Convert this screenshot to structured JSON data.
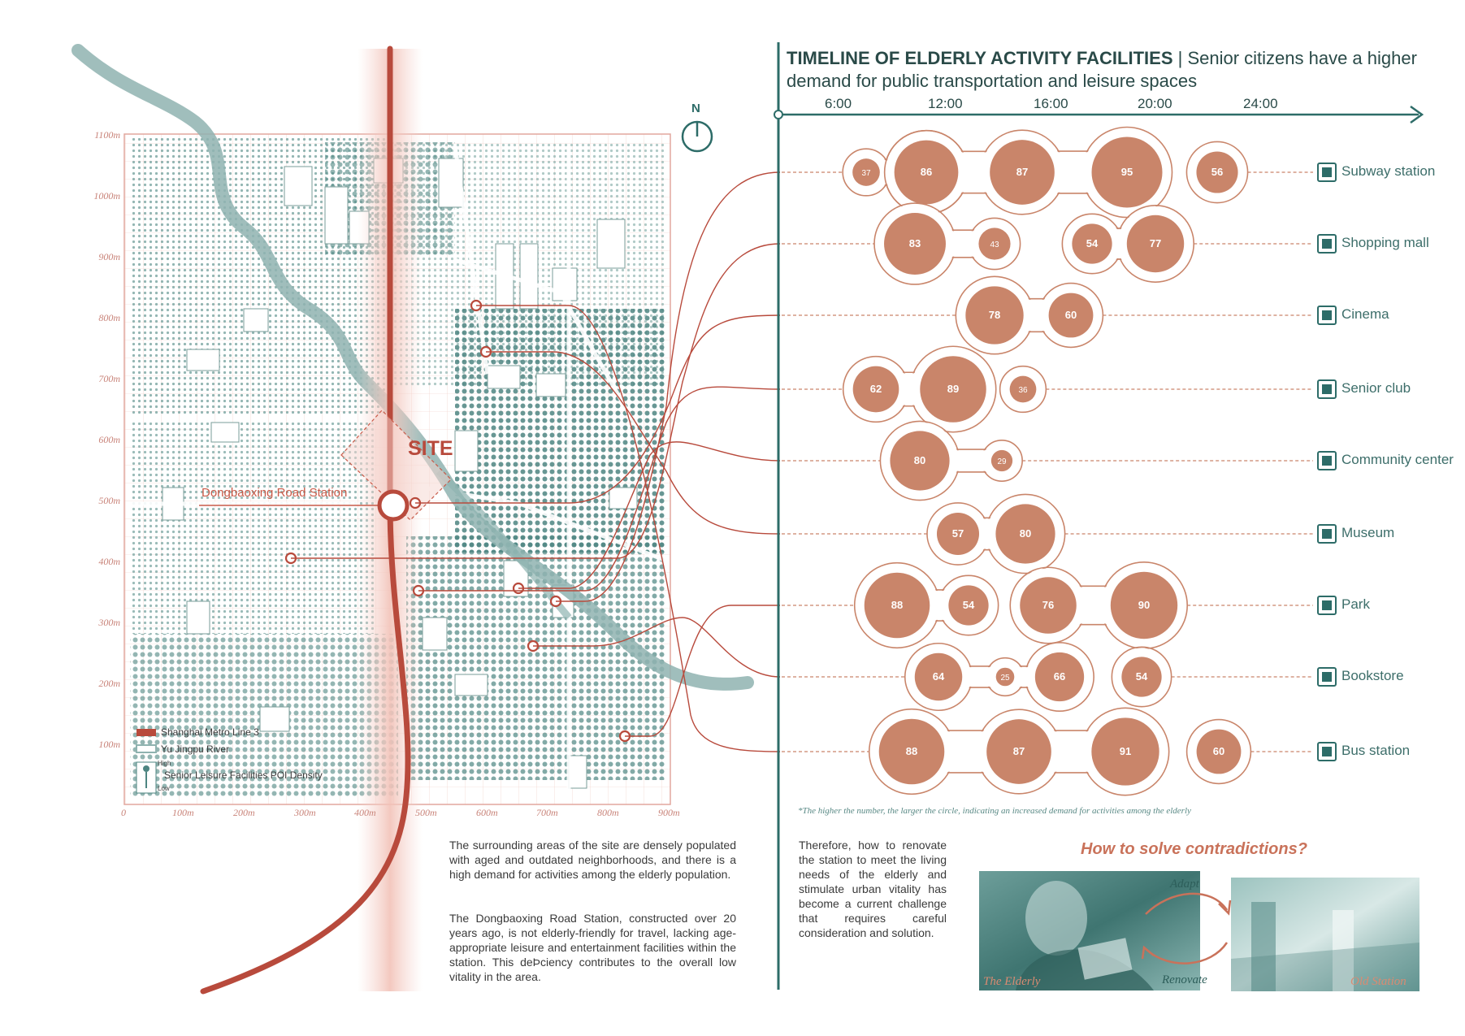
{
  "map": {
    "site_label": "SITE",
    "station_label": "Dongbaoxing Road Station",
    "north_label": "N",
    "y_ticks": [
      "1100m",
      "1000m",
      "900m",
      "800m",
      "700m",
      "600m",
      "500m",
      "400m",
      "300m",
      "200m",
      "100m"
    ],
    "x_ticks": [
      "0",
      "100m",
      "200m",
      "300m",
      "400m",
      "500m",
      "600m",
      "700m",
      "800m",
      "900m"
    ],
    "legend": {
      "metro": "Shanghai Metro Line 3",
      "river": "Yu Jingpu River",
      "density_high": "High",
      "density_low": "Low",
      "density": "Senior Leisure Facilities POI Density"
    },
    "colors": {
      "metro": "#b84a3c",
      "river": "#8fb3b0",
      "grid": "#e2a79e",
      "dots": "#4d8581"
    }
  },
  "text": {
    "para1": "The surrounding areas of the site are densely populated with aged and outdated neighborhoods, and there is a high demand for activities among the elderly population.",
    "para2": "The Dongbaoxing Road Station, constructed over 20 years ago, is not elderly-friendly for travel, lacking age-appropriate leisure and entertainment facilities within the station. This deÞciency contributes to the overall low vitality in the area.",
    "para3": "Therefore, how to renovate the station to meet the living needs of the elderly and stimulate urban vitality has become a current challenge that requires careful consideration and solution."
  },
  "timeline": {
    "title_bold": "TIMELINE OF ELDERLY ACTIVITY FACILITIES",
    "title_rest": " | Senior citizens have a higher",
    "title_line2": "demand for public transportation and leisure spaces",
    "time_labels": [
      "6:00",
      "12:00",
      "16:00",
      "20:00",
      "24:00"
    ],
    "note": "*The higher the number, the larger the circle, indicating an increased demand for activities among the elderly",
    "accent": "#c9856a",
    "teal": "#2d6c68",
    "facilities": [
      {
        "name": "Subway station",
        "icon": "subway-icon"
      },
      {
        "name": "Shopping mall",
        "icon": "shop-icon"
      },
      {
        "name": "Cinema",
        "icon": "cinema-icon"
      },
      {
        "name": "Senior club",
        "icon": "senior-club-icon"
      },
      {
        "name": "Community center",
        "icon": "community-center-icon"
      },
      {
        "name": "Museum",
        "icon": "museum-icon"
      },
      {
        "name": "Park",
        "icon": "park-icon"
      },
      {
        "name": "Bookstore",
        "icon": "bookstore-icon"
      },
      {
        "name": "Bus station",
        "icon": "bus-icon"
      }
    ],
    "bubbles": [
      [
        "37",
        "86",
        "87",
        "95",
        "56"
      ],
      [
        "83",
        "43",
        "54",
        "77"
      ],
      [
        "78",
        "60"
      ],
      [
        "62",
        "89",
        "36"
      ],
      [
        "80",
        "29"
      ],
      [
        "57",
        "80"
      ],
      [
        "88",
        "54",
        "76",
        "90"
      ],
      [
        "64",
        "25",
        "66",
        "54"
      ],
      [
        "88",
        "87",
        "91",
        "60"
      ]
    ]
  },
  "cycle": {
    "heading": "How to solve contradictions?",
    "adapt": "Adapt",
    "renovate": "Renovate",
    "left_label": "The Elderly",
    "right_label": "Old Station"
  }
}
